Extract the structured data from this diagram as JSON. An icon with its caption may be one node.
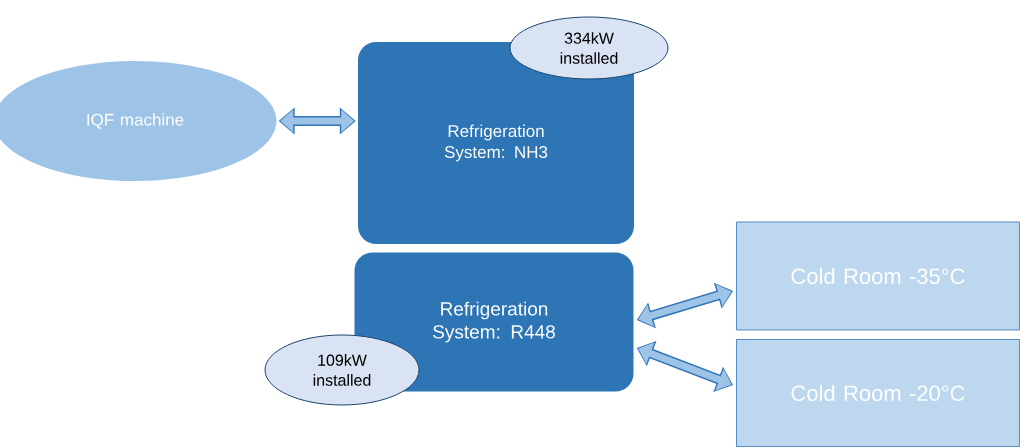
{
  "diagram": {
    "nodes": [
      {
        "text": [
          "IQF machine"
        ]
      },
      {
        "text": [
          "Refrigeration System: NH3"
        ]
      },
      {
        "text": [
          "334kW installed"
        ]
      },
      {
        "text": [
          "Refrigeration System: R448"
        ]
      },
      {
        "text": [
          "109kW installed"
        ]
      },
      {
        "text": [
          "Cold Room -35°C"
        ]
      },
      {
        "text": [
          "Cold Room -20°C"
        ]
      }
    ],
    "edges": [
      {
        "from": 0,
        "to": 1,
        "arrow": "both"
      },
      {
        "from": 3,
        "to": 5,
        "arrow": "both"
      },
      {
        "from": 3,
        "to": 6,
        "arrow": "both"
      }
    ]
  }
}
